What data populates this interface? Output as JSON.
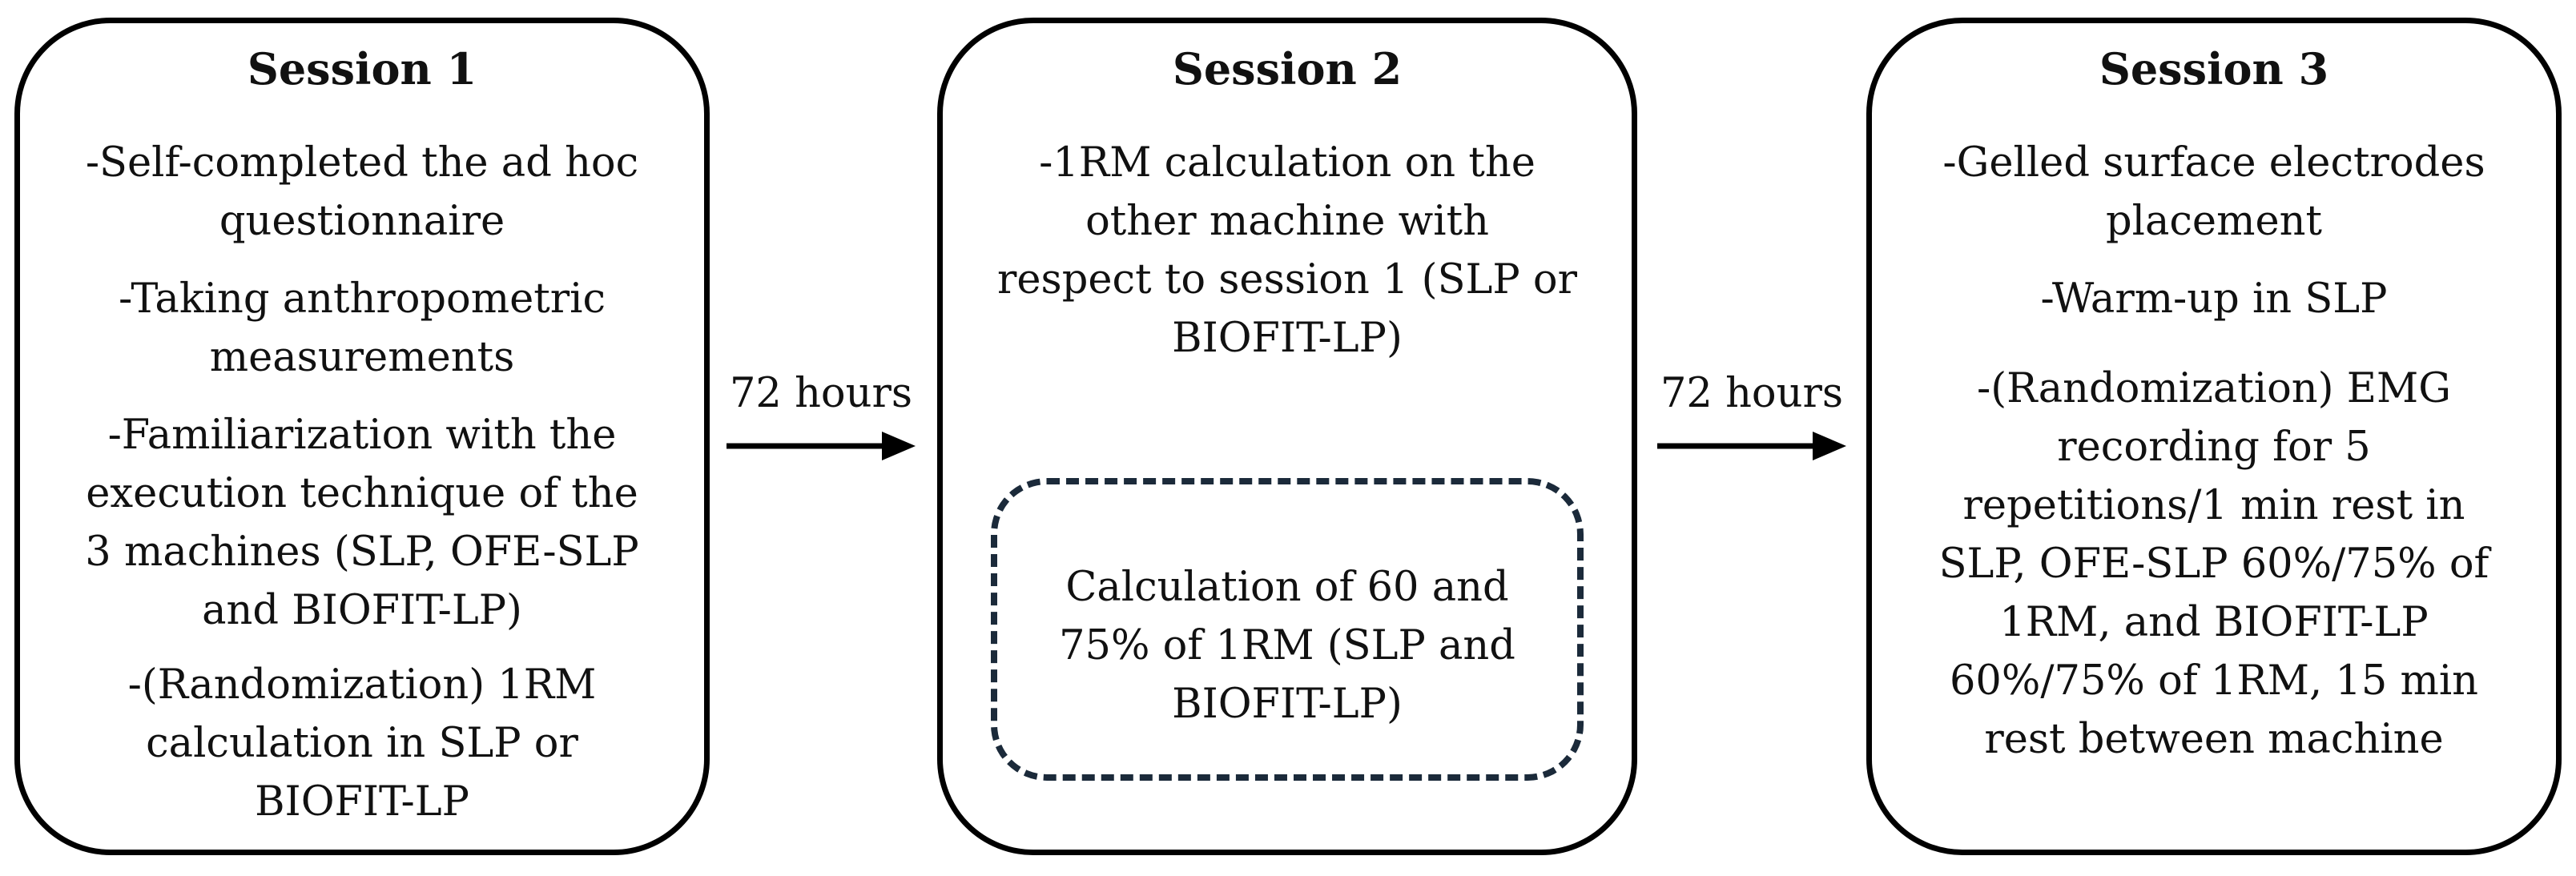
{
  "sessions": [
    {
      "title": "Session 1",
      "items": [
        [
          "-Self-completed the ad hoc",
          "questionnaire"
        ],
        [
          "-Taking anthropometric",
          "measurements"
        ],
        [
          "-Familiarization with the",
          "execution technique of the",
          "3 machines (SLP, OFE-SLP",
          "and BIOFIT-LP)"
        ],
        [
          "-(Randomization) 1RM",
          "calculation in SLP or",
          "BIOFIT-LP"
        ]
      ]
    },
    {
      "title": "Session 2",
      "items": [
        [
          "-1RM calculation on the",
          "other machine with",
          "respect to session 1 (SLP or",
          "BIOFIT-LP)"
        ]
      ],
      "dashed_box": [
        "Calculation of 60 and",
        "75% of 1RM (SLP and",
        "BIOFIT-LP)"
      ]
    },
    {
      "title": "Session 3",
      "items": [
        [
          "-Gelled surface electrodes",
          "placement"
        ],
        [
          "-Warm-up in SLP"
        ],
        [
          "-(Randomization) EMG",
          "recording for 5",
          "repetitions/1 min rest in",
          "SLP, OFE-SLP 60%/75% of",
          "1RM, and BIOFIT-LP",
          "60%/75% of 1RM, 15 min",
          "rest between machine"
        ]
      ]
    }
  ],
  "connectors": [
    {
      "label": "72 hours"
    },
    {
      "label": "72 hours"
    }
  ],
  "colors": {
    "box_border": "#000000",
    "dashed_border": "#1b2a3a",
    "arrow": "#000000"
  }
}
